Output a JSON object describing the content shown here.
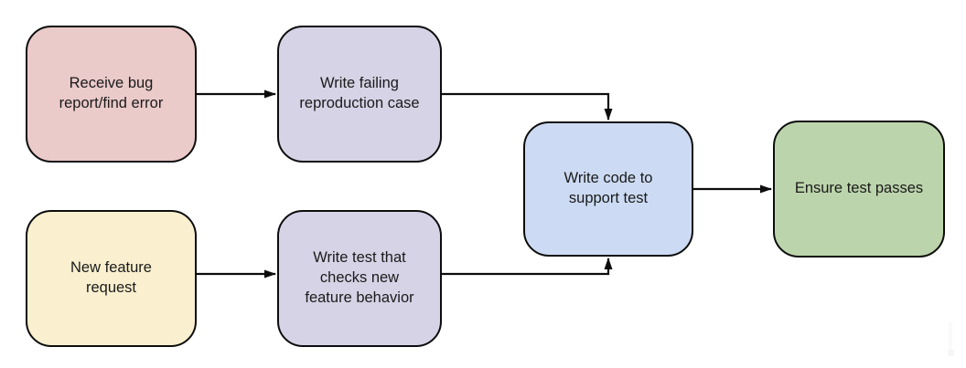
{
  "diagram": {
    "type": "flowchart",
    "nodes": [
      {
        "id": "receive-bug",
        "label": "Receive bug report/find error",
        "lines": [
          "Receive bug",
          "report/find error"
        ],
        "fill": "#ebcaca"
      },
      {
        "id": "write-failing-repro",
        "label": "Write failing reproduction case",
        "lines": [
          "Write failing",
          "reproduction case"
        ],
        "fill": "#d7d3e6"
      },
      {
        "id": "new-feature-request",
        "label": "New feature request",
        "lines": [
          "New feature",
          "request"
        ],
        "fill": "#faf0cf"
      },
      {
        "id": "write-test-checks",
        "label": "Write test that checks new feature behavior",
        "lines": [
          "Write test that",
          "checks new",
          "feature behavior"
        ],
        "fill": "#d7d3e6"
      },
      {
        "id": "write-code-support",
        "label": "Write code to support test",
        "lines": [
          "Write code to",
          "support test"
        ],
        "fill": "#ccdbf3"
      },
      {
        "id": "ensure-test-passes",
        "label": "Ensure test passes",
        "lines": [
          "Ensure test passes"
        ],
        "fill": "#bcd4ab"
      }
    ],
    "edges": [
      {
        "from": "receive-bug",
        "to": "write-failing-repro"
      },
      {
        "from": "write-failing-repro",
        "to": "write-code-support"
      },
      {
        "from": "new-feature-request",
        "to": "write-test-checks"
      },
      {
        "from": "write-test-checks",
        "to": "write-code-support"
      },
      {
        "from": "write-code-support",
        "to": "ensure-test-passes"
      }
    ],
    "colors": {
      "border": "#0d0d0d",
      "text": "#1a1a1a",
      "background": "#ffffff",
      "edge_artifact": "#f6f6f6"
    }
  }
}
